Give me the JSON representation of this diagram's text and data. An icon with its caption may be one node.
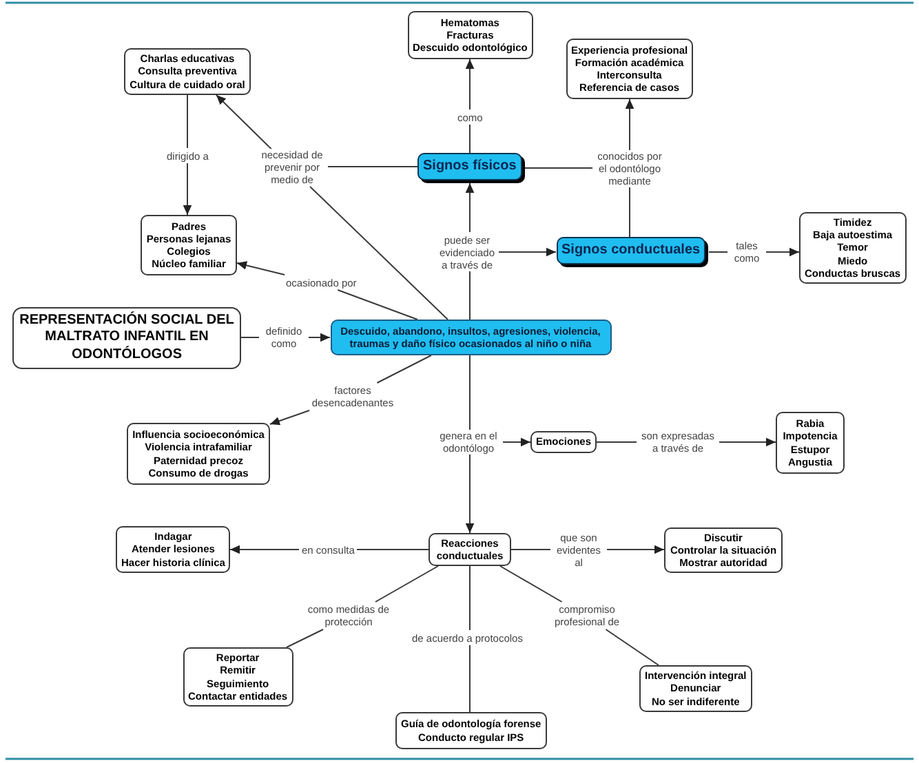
{
  "diagram": {
    "nodes": [
      {
        "text": [
          "Hematomas",
          "Fracturas",
          "Descuido odontológico"
        ]
      },
      {
        "text": [
          "Experiencia profesional",
          "Formación académica",
          "Interconsulta",
          "Referencia de casos"
        ]
      },
      {
        "text": [
          "Charlas educativas",
          "Consulta preventiva",
          "Cultura de cuidado oral"
        ]
      },
      {
        "text": [
          "Signos físicos"
        ]
      },
      {
        "text": [
          "Timidez",
          "Baja autoestima",
          "Temor",
          "Miedo",
          "Conductas bruscas"
        ]
      },
      {
        "text": [
          "Padres",
          "Personas lejanas",
          "Colegios",
          "Núcleo familiar"
        ]
      },
      {
        "text": [
          "Signos conductuales"
        ]
      },
      {
        "text": [
          "REPRESENTACIÓN SOCIAL DEL MALTRATO INFANTIL EN ODONTÓLOGOS"
        ]
      },
      {
        "text": [
          "Descuido, abandono, insultos, agresiones, violencia, traumas y daño físico ocasionados al niño o niña"
        ]
      },
      {
        "text": [
          "Rabia",
          "Impotencia",
          "Estupor",
          "Angustia"
        ]
      },
      {
        "text": [
          "Influencia socioeconómica",
          "Violencia intrafamiliar",
          "Paternidad precoz",
          "Consumo de drogas"
        ]
      },
      {
        "text": [
          "Emociones"
        ]
      },
      {
        "text": [
          "Indagar",
          "Atender lesiones",
          "Hacer historia clínica"
        ]
      },
      {
        "text": [
          "Discutir",
          "Controlar la situación",
          "Mostrar autoridad"
        ]
      },
      {
        "text": [
          "Reacciones conductuales"
        ]
      },
      {
        "text": [
          "Reportar",
          "Remitir",
          "Seguimiento",
          "Contactar entidades"
        ]
      },
      {
        "text": [
          "Intervención integral",
          "Denunciar",
          "No ser indiferente"
        ]
      },
      {
        "text": [
          "Guía de odontología forense",
          "Conducto regular IPS"
        ]
      }
    ],
    "edges": [
      {
        "from": 7,
        "to": 8,
        "arrow": "to",
        "label": "definido como"
      },
      {
        "from": 8,
        "to": 5,
        "arrow": "to",
        "label": "ocasionado por"
      },
      {
        "from": 8,
        "to": 2,
        "arrow": "to",
        "label": "necesidad de prevenir por medio de"
      },
      {
        "from": 3,
        "to": 2,
        "arrow": "to"
      },
      {
        "from": 2,
        "to": 5,
        "arrow": "to",
        "label": "dirigido a"
      },
      {
        "from": 3,
        "to": 0,
        "arrow": "to",
        "label": "como"
      },
      {
        "from": 8,
        "to": 3,
        "arrow": "to",
        "label": "puede ser evidenciado a través de"
      },
      {
        "from": 8,
        "to": 6,
        "arrow": "to"
      },
      {
        "from": 3,
        "to": 1,
        "arrow": "to",
        "label": "conocidos por el odontólogo mediante"
      },
      {
        "from": 6,
        "to": 1,
        "arrow": "to"
      },
      {
        "from": 6,
        "to": 4,
        "arrow": "to",
        "label": "tales como"
      },
      {
        "from": 8,
        "to": 10,
        "arrow": "to",
        "label": "factores desencadenantes"
      },
      {
        "from": 8,
        "to": 11,
        "arrow": "to",
        "label": "genera en el odontólogo"
      },
      {
        "from": 8,
        "to": 14,
        "arrow": "to"
      },
      {
        "from": 11,
        "to": 9,
        "arrow": "to",
        "label": "son expresadas a través de"
      },
      {
        "from": 14,
        "to": 12,
        "arrow": "to",
        "label": "en consulta"
      },
      {
        "from": 14,
        "to": 13,
        "arrow": "to",
        "label": "que son evidentes al"
      },
      {
        "from": 14,
        "to": 15,
        "arrow": "none",
        "label": "como medidas de protección"
      },
      {
        "from": 14,
        "to": 17,
        "arrow": "none",
        "label": "de acuerdo a protocolos"
      },
      {
        "from": 14,
        "to": 16,
        "arrow": "none",
        "label": "compromiso profesional de"
      }
    ]
  }
}
